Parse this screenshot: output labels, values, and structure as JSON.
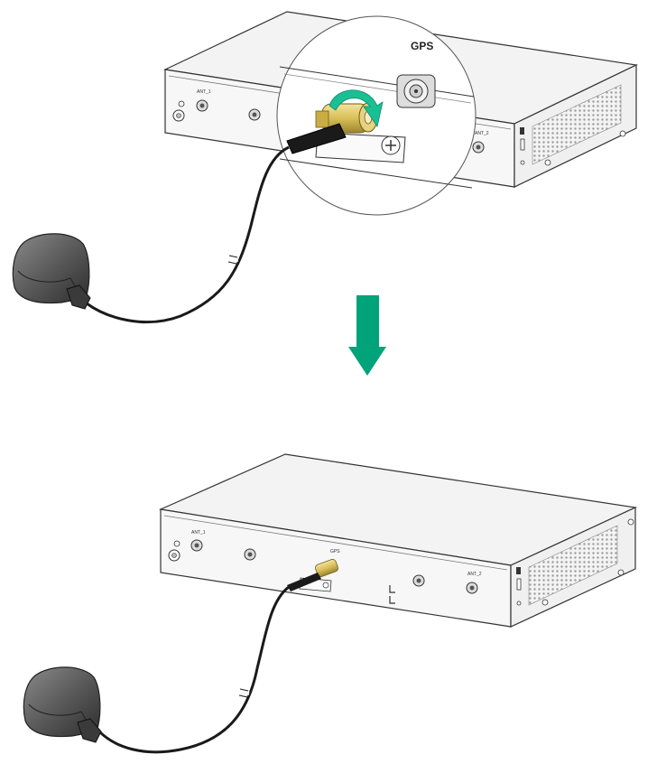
{
  "figure": {
    "zoom_port_label": "GPS",
    "chassis_top": {
      "port_labels": {
        "left": "ANT_1",
        "gps": "GPS",
        "right": "ANT_2"
      }
    },
    "chassis_bottom": {
      "port_labels": {
        "left": "ANT_1",
        "gps": "GPS",
        "right": "ANT_2"
      }
    },
    "step_arrow": "down-arrow-icon",
    "colors": {
      "arrow": "#00a37a",
      "rotate_arrow": "#1bbf94",
      "connector_gold": "#d9bf57",
      "antenna": "#555555",
      "chassis_top": "#f3f3f3",
      "chassis_front": "#f7f7f7",
      "outline": "#333333"
    }
  }
}
